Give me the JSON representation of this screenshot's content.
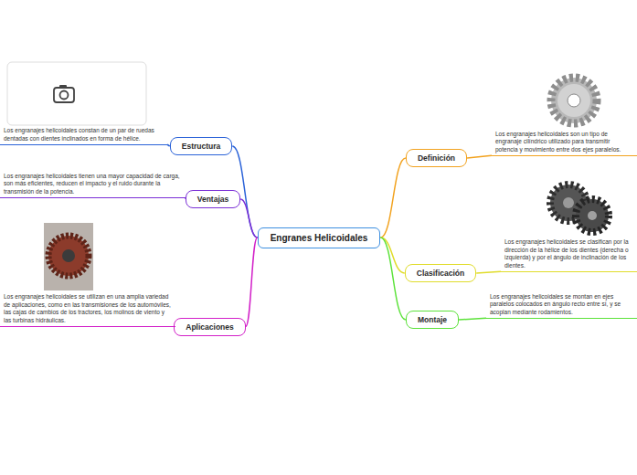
{
  "diagram": {
    "nodes": [
      {
        "text": [
          "Engranes Helicoidales"
        ]
      },
      {
        "text": [
          "Estructura"
        ]
      },
      {
        "text": [
          "Los engranajes helicoidales constan de un par de ruedas dentadas con dientes inclinados en forma de hélice."
        ]
      },
      {
        "text": [
          "Ventajas"
        ]
      },
      {
        "text": [
          "Los engranajes helicoidales tienen una mayor capacidad de carga, son más eficientes, reducen el impacto y el ruido durante la transmisión de la potencia."
        ]
      },
      {
        "text": [
          "Aplicaciones"
        ]
      },
      {
        "text": [
          "Los engranajes helicoidales se utilizan en una amplia variedad de aplicaciones, como en las transmisiones de los automóviles, las cajas de cambios de los tractores, los molinos de viento y las turbinas hidráulicas."
        ]
      },
      {
        "text": [
          "Definición"
        ]
      },
      {
        "text": [
          "Los engranajes helicoidales son un tipo de engranaje cilíndrico utilizado para transmitir potencia y movimiento entre dos ejes paralelos."
        ]
      },
      {
        "text": [
          "Clasificación"
        ]
      },
      {
        "text": [
          "Los engranajes helicoidales se clasifican por la dirección de la hélice de los dientes (derecha o izquierda) y por el ángulo de inclinación de los dientes."
        ]
      },
      {
        "text": [
          "Montaje"
        ]
      },
      {
        "text": [
          "Los engranajes helicoidales se montan en ejes paralelos colocados en ángulo recto entre sí, y se acoplan mediante rodamientos."
        ]
      }
    ],
    "edges": [
      {
        "from": 0,
        "to": 1,
        "arrow": "none"
      },
      {
        "from": 1,
        "to": 2,
        "arrow": "none"
      },
      {
        "from": 0,
        "to": 3,
        "arrow": "none"
      },
      {
        "from": 3,
        "to": 4,
        "arrow": "none"
      },
      {
        "from": 0,
        "to": 5,
        "arrow": "none"
      },
      {
        "from": 5,
        "to": 6,
        "arrow": "none"
      },
      {
        "from": 0,
        "to": 7,
        "arrow": "none"
      },
      {
        "from": 7,
        "to": 8,
        "arrow": "none"
      },
      {
        "from": 0,
        "to": 9,
        "arrow": "none"
      },
      {
        "from": 9,
        "to": 10,
        "arrow": "none"
      },
      {
        "from": 0,
        "to": 11,
        "arrow": "none"
      },
      {
        "from": 11,
        "to": 12,
        "arrow": "none"
      }
    ]
  }
}
